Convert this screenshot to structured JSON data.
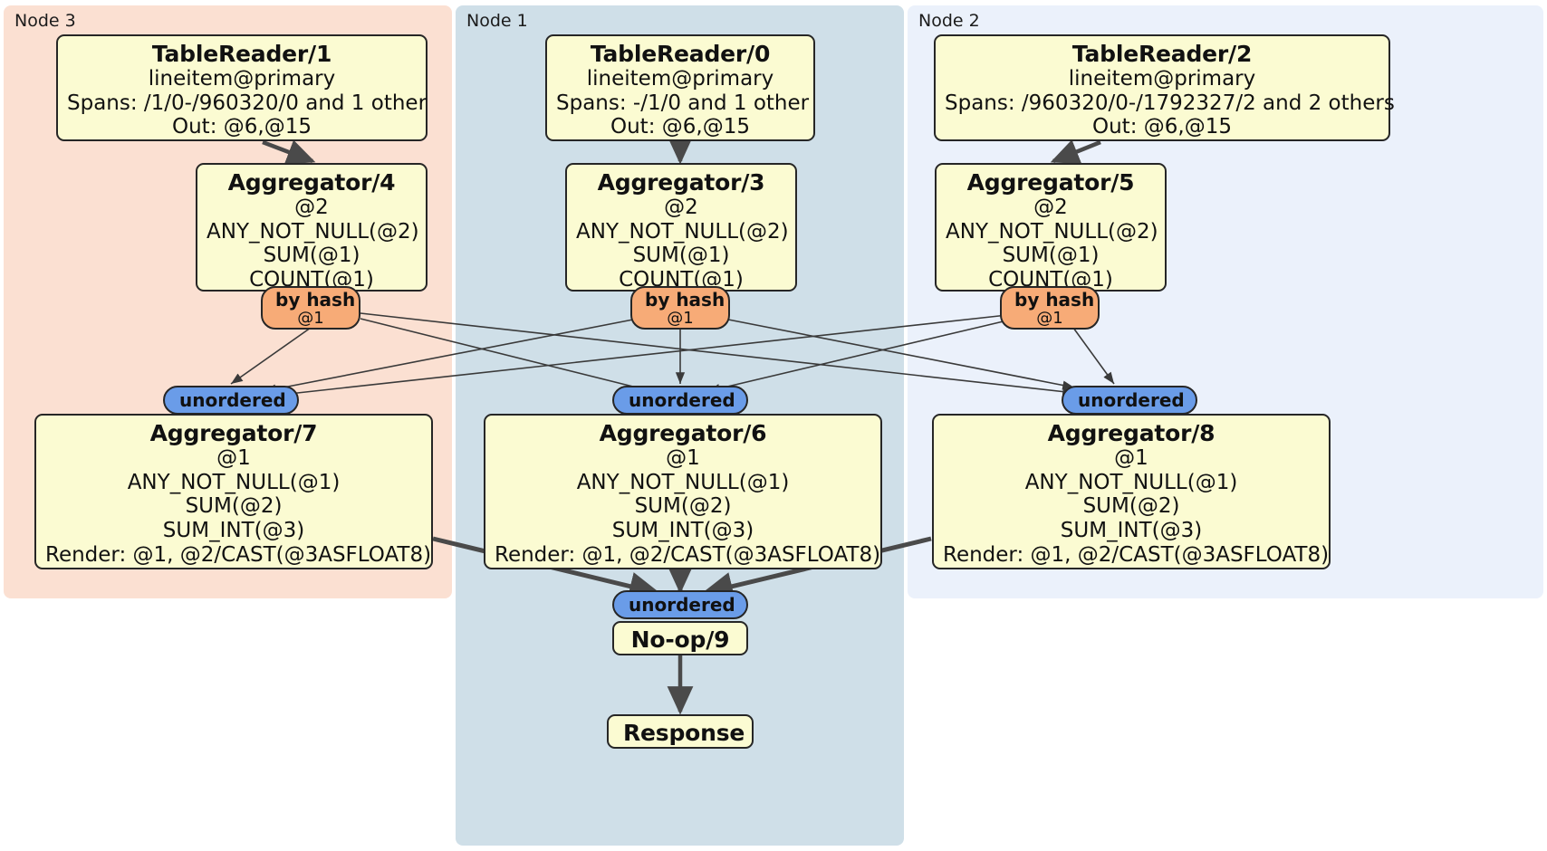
{
  "diagram": {
    "type": "distributed-query-plan",
    "colors": {
      "node3_panel": "#fbe0d2",
      "node1_panel": "#cfdfe8",
      "node2_panel": "#ebf1fb",
      "processor_fill": "#fbfbd2",
      "processor_border": "#262626",
      "hash_badge": "#f7ab77",
      "unordered_badge": "#6a9ce8",
      "edge": "#4a4a4a"
    }
  },
  "panels": [
    {
      "id": "node3",
      "label": "Node 3"
    },
    {
      "id": "node1",
      "label": "Node 1"
    },
    {
      "id": "node2",
      "label": "Node 2"
    }
  ],
  "processors": {
    "tablereader1": {
      "title": "TableReader/1",
      "lines": [
        "lineitem@primary",
        "Spans: /1/0-/960320/0 and 1 other",
        "Out: @6,@15"
      ]
    },
    "tablereader0": {
      "title": "TableReader/0",
      "lines": [
        "lineitem@primary",
        "Spans: -/1/0 and 1 other",
        "Out: @6,@15"
      ]
    },
    "tablereader2": {
      "title": "TableReader/2",
      "lines": [
        "lineitem@primary",
        "Spans: /960320/0-/1792327/2 and 2 others",
        "Out: @6,@15"
      ]
    },
    "aggregator4": {
      "title": "Aggregator/4",
      "lines": [
        "@2",
        "ANY_NOT_NULL(@2)",
        "SUM(@1)",
        "COUNT(@1)"
      ]
    },
    "aggregator3": {
      "title": "Aggregator/3",
      "lines": [
        "@2",
        "ANY_NOT_NULL(@2)",
        "SUM(@1)",
        "COUNT(@1)"
      ]
    },
    "aggregator5": {
      "title": "Aggregator/5",
      "lines": [
        "@2",
        "ANY_NOT_NULL(@2)",
        "SUM(@1)",
        "COUNT(@1)"
      ]
    },
    "aggregator7": {
      "title": "Aggregator/7",
      "lines": [
        "@1",
        "ANY_NOT_NULL(@1)",
        "SUM(@2)",
        "SUM_INT(@3)",
        "Render: @1, @2/CAST(@3ASFLOAT8)"
      ]
    },
    "aggregator6": {
      "title": "Aggregator/6",
      "lines": [
        "@1",
        "ANY_NOT_NULL(@1)",
        "SUM(@2)",
        "SUM_INT(@3)",
        "Render: @1, @2/CAST(@3ASFLOAT8)"
      ]
    },
    "aggregator8": {
      "title": "Aggregator/8",
      "lines": [
        "@1",
        "ANY_NOT_NULL(@1)",
        "SUM(@2)",
        "SUM_INT(@3)",
        "Render: @1, @2/CAST(@3ASFLOAT8)"
      ]
    },
    "noop9": {
      "title": "No-op/9",
      "lines": []
    },
    "response": {
      "title": "Response",
      "lines": []
    }
  },
  "badges": {
    "hash_left": {
      "title": "by hash",
      "sub": "@1"
    },
    "hash_mid": {
      "title": "by hash",
      "sub": "@1"
    },
    "hash_right": {
      "title": "by hash",
      "sub": "@1"
    },
    "unordered_left": {
      "title": "unordered"
    },
    "unordered_mid": {
      "title": "unordered"
    },
    "unordered_right": {
      "title": "unordered"
    },
    "unordered_final": {
      "title": "unordered"
    }
  }
}
